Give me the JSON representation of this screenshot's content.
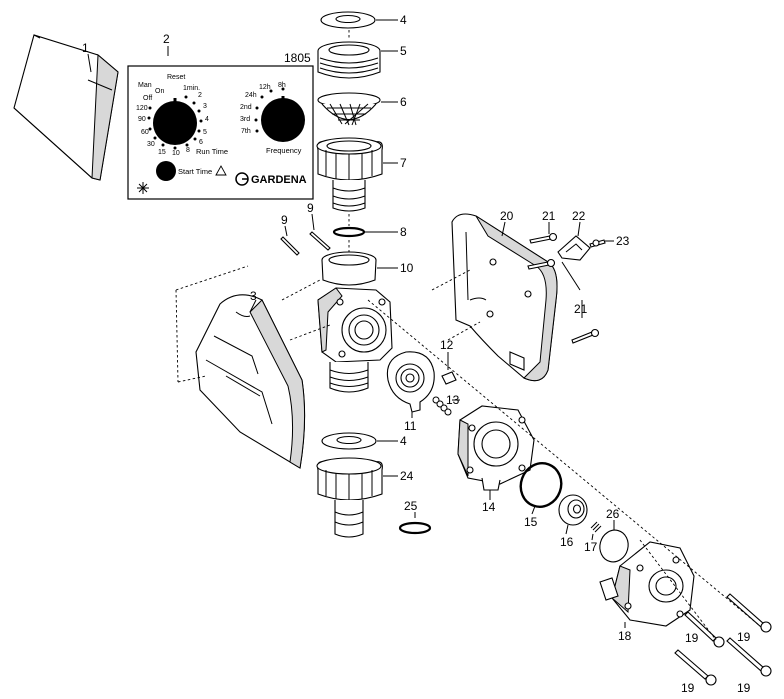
{
  "part_numbers": {
    "p1": "1",
    "p2": "2",
    "p3": "3",
    "p4a": "4",
    "p4b": "4",
    "p5": "5",
    "p6": "6",
    "p7": "7",
    "p8": "8",
    "p9a": "9",
    "p9b": "9",
    "p10": "10",
    "p11": "11",
    "p12": "12",
    "p13": "13",
    "p14": "14",
    "p15": "15",
    "p16": "16",
    "p17": "17",
    "p18": "18",
    "p19a": "19",
    "p19b": "19",
    "p19c": "19",
    "p19d": "19",
    "p20": "20",
    "p21a": "21",
    "p21b": "21",
    "p22": "22",
    "p23": "23",
    "p24": "24",
    "p25": "25",
    "p26": "26"
  },
  "model_number": "1805",
  "panel": {
    "run_time_label": "Run Time",
    "frequency_label": "Frequency",
    "start_time_label": "Start Time",
    "brand": "GARDENA",
    "run_time_marks": [
      "Man",
      "On",
      "Off",
      "120",
      "90",
      "60",
      "30",
      "15",
      "10",
      "8",
      "6",
      "5",
      "4",
      "3",
      "2",
      "1min.",
      "Reset"
    ],
    "frequency_marks": [
      "24h",
      "12h",
      "8h",
      "2nd",
      "3rd",
      "7th"
    ]
  }
}
